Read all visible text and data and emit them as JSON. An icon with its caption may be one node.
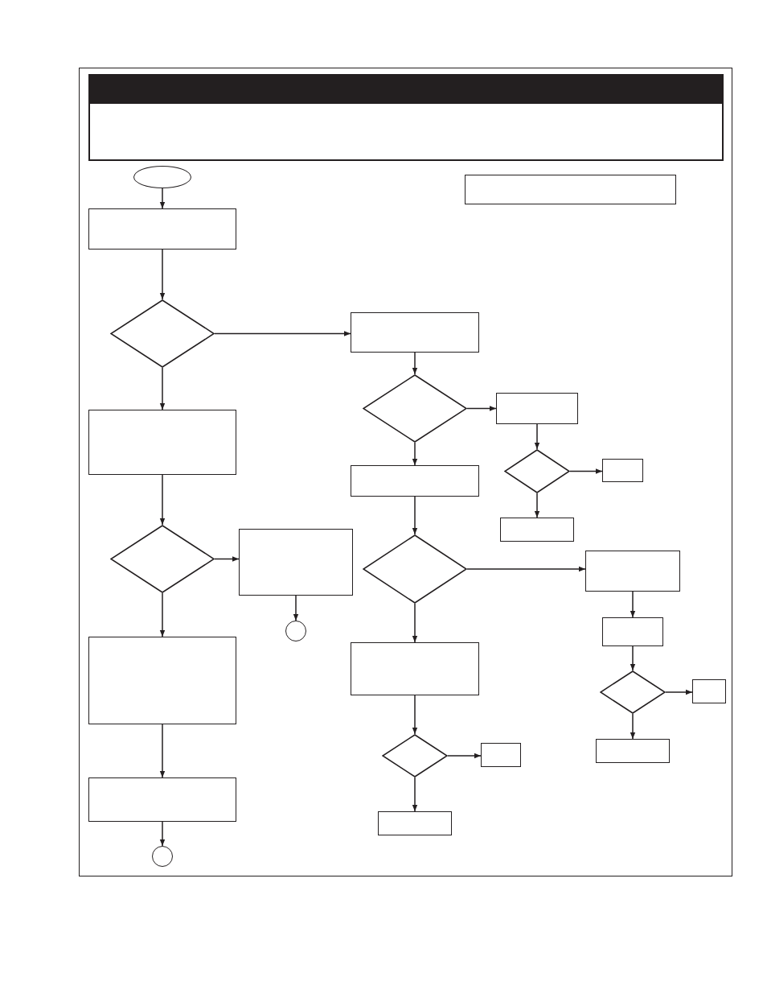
{
  "diagram": {
    "nodes": [
      {
        "text": [],
        "shape": "oval"
      },
      {
        "text": [],
        "shape": "box"
      },
      {
        "text": [],
        "shape": "box"
      },
      {
        "text": [],
        "shape": "diamond"
      },
      {
        "text": [],
        "shape": "box"
      },
      {
        "text": [],
        "shape": "box"
      },
      {
        "text": [],
        "shape": "diamond"
      },
      {
        "text": [],
        "shape": "box"
      },
      {
        "text": [],
        "shape": "box"
      },
      {
        "text": [],
        "shape": "diamond"
      },
      {
        "text": [],
        "shape": "box"
      },
      {
        "text": [],
        "shape": "box"
      },
      {
        "text": [],
        "shape": "diamond"
      },
      {
        "text": [],
        "shape": "box"
      },
      {
        "text": [],
        "shape": "diamond"
      },
      {
        "text": [],
        "shape": "box"
      },
      {
        "text": [],
        "shape": "circle"
      },
      {
        "text": [],
        "shape": "box"
      },
      {
        "text": [],
        "shape": "box"
      },
      {
        "text": [],
        "shape": "box"
      },
      {
        "text": [],
        "shape": "diamond"
      },
      {
        "text": [],
        "shape": "box"
      },
      {
        "text": [],
        "shape": "diamond"
      },
      {
        "text": [],
        "shape": "box"
      },
      {
        "text": [],
        "shape": "box"
      },
      {
        "text": [],
        "shape": "box"
      },
      {
        "text": [],
        "shape": "box"
      },
      {
        "text": [],
        "shape": "circle"
      }
    ],
    "edges": [
      {
        "from": 0,
        "to": 2,
        "arrow": "to"
      },
      {
        "from": 2,
        "to": 3,
        "arrow": "to"
      },
      {
        "from": 3,
        "to": 4,
        "arrow": "to"
      },
      {
        "from": 3,
        "to": 5,
        "arrow": "to"
      },
      {
        "from": 4,
        "to": 6,
        "arrow": "to"
      },
      {
        "from": 6,
        "to": 7,
        "arrow": "to"
      },
      {
        "from": 6,
        "to": 8,
        "arrow": "to"
      },
      {
        "from": 7,
        "to": 9,
        "arrow": "to"
      },
      {
        "from": 9,
        "to": 10,
        "arrow": "to"
      },
      {
        "from": 9,
        "to": 11,
        "arrow": "to"
      },
      {
        "from": 5,
        "to": 12,
        "arrow": "to"
      },
      {
        "from": 12,
        "to": 13,
        "arrow": "to"
      },
      {
        "from": 8,
        "to": 14,
        "arrow": "to"
      },
      {
        "from": 14,
        "to": 15,
        "arrow": "to"
      },
      {
        "from": 13,
        "to": 16,
        "arrow": "to"
      },
      {
        "from": 15,
        "to": 17,
        "arrow": "to"
      },
      {
        "from": 12,
        "to": 18,
        "arrow": "to"
      },
      {
        "from": 14,
        "to": 19,
        "arrow": "to"
      },
      {
        "from": 17,
        "to": 20,
        "arrow": "to"
      },
      {
        "from": 20,
        "to": 21,
        "arrow": "to"
      },
      {
        "from": 19,
        "to": 22,
        "arrow": "to"
      },
      {
        "from": 22,
        "to": 23,
        "arrow": "to"
      },
      {
        "from": 20,
        "to": 24,
        "arrow": "to"
      },
      {
        "from": 18,
        "to": 25,
        "arrow": "to"
      },
      {
        "from": 22,
        "to": 26,
        "arrow": "to"
      },
      {
        "from": 25,
        "to": 27,
        "arrow": "to"
      }
    ]
  }
}
